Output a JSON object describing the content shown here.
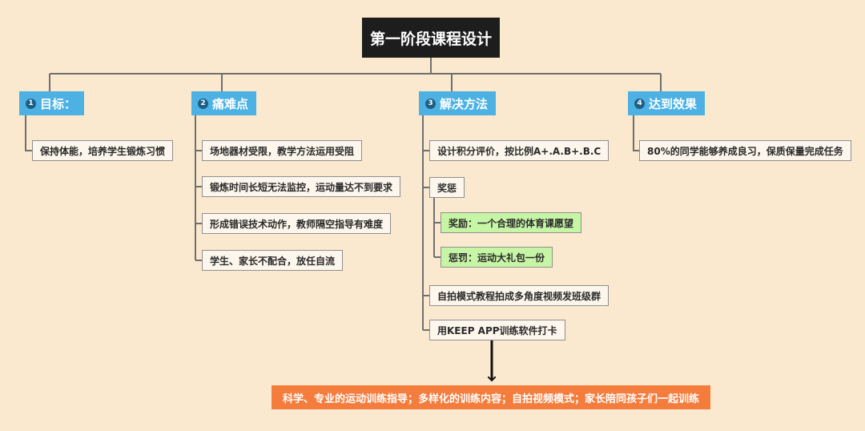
{
  "root": {
    "title": "第一阶段课程设计"
  },
  "categories": [
    {
      "num": "1",
      "label": "目标：",
      "items": [
        {
          "text": "保持体能，培养学生锻炼习惯"
        }
      ]
    },
    {
      "num": "2",
      "label": "痛难点",
      "items": [
        {
          "text": "场地器材受限，教学方法运用受阻"
        },
        {
          "text": "锻炼时间长短无法监控，运动量达不到要求"
        },
        {
          "text": "形成错误技术动作，教师隔空指导有难度"
        },
        {
          "text": "学生、家长不配合，放任自流"
        }
      ]
    },
    {
      "num": "3",
      "label": "解决方法",
      "items": [
        {
          "text": "设计积分评价，按比例A+.A.B+.B.C"
        },
        {
          "text": "奖惩",
          "children": [
            {
              "text": "奖励：一个合理的体育课愿望"
            },
            {
              "text": "惩罚：运动大礼包一份"
            }
          ]
        },
        {
          "text": "自拍模式教程拍成多角度视频发班级群"
        },
        {
          "text": "用KEEP APP训练软件打卡"
        }
      ]
    },
    {
      "num": "4",
      "label": "达到效果",
      "items": [
        {
          "text": "80%的同学能够养成良习，保质保量完成任务"
        }
      ]
    }
  ],
  "summary": {
    "text": "科学、专业的运动训练指导；多样化的训练内容；自拍视频模式；家长陪同孩子们一起训练"
  },
  "colors": {
    "background": "#fbe9cf",
    "root": "#1d1d1d",
    "category": "#4db1e4",
    "leaf": "#fdf6ec",
    "sub_leaf": "#c7f5a6",
    "summary": "#f47c3c"
  }
}
